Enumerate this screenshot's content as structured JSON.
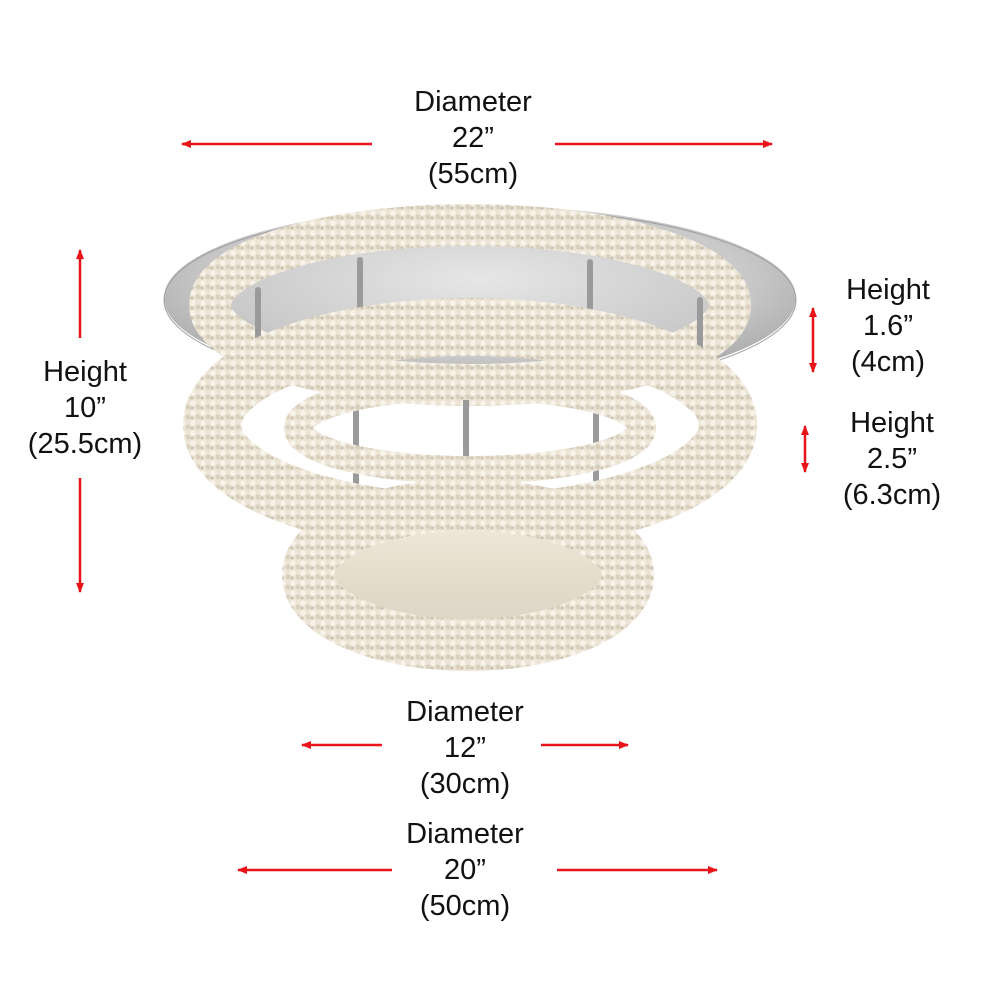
{
  "diagram": {
    "subject": "Two-tier crystal ring LED ceiling light with chrome canopy",
    "arrow_color": "#e8141a",
    "text_color": "#111111",
    "dimensions": {
      "top_diameter": {
        "label": "Diameter",
        "imperial": "22”",
        "metric": "(55cm)"
      },
      "overall_height": {
        "label": "Height",
        "imperial": "10”",
        "metric": "(25.5cm)"
      },
      "canopy_height": {
        "label": "Height",
        "imperial": "1.6”",
        "metric": "(4cm)"
      },
      "ring_height": {
        "label": "Height",
        "imperial": "2.5”",
        "metric": "(6.3cm)"
      },
      "small_ring_diameter": {
        "label": "Diameter",
        "imperial": "12”",
        "metric": "(30cm)"
      },
      "large_ring_diameter": {
        "label": "Diameter",
        "imperial": "20”",
        "metric": "(50cm)"
      }
    }
  }
}
